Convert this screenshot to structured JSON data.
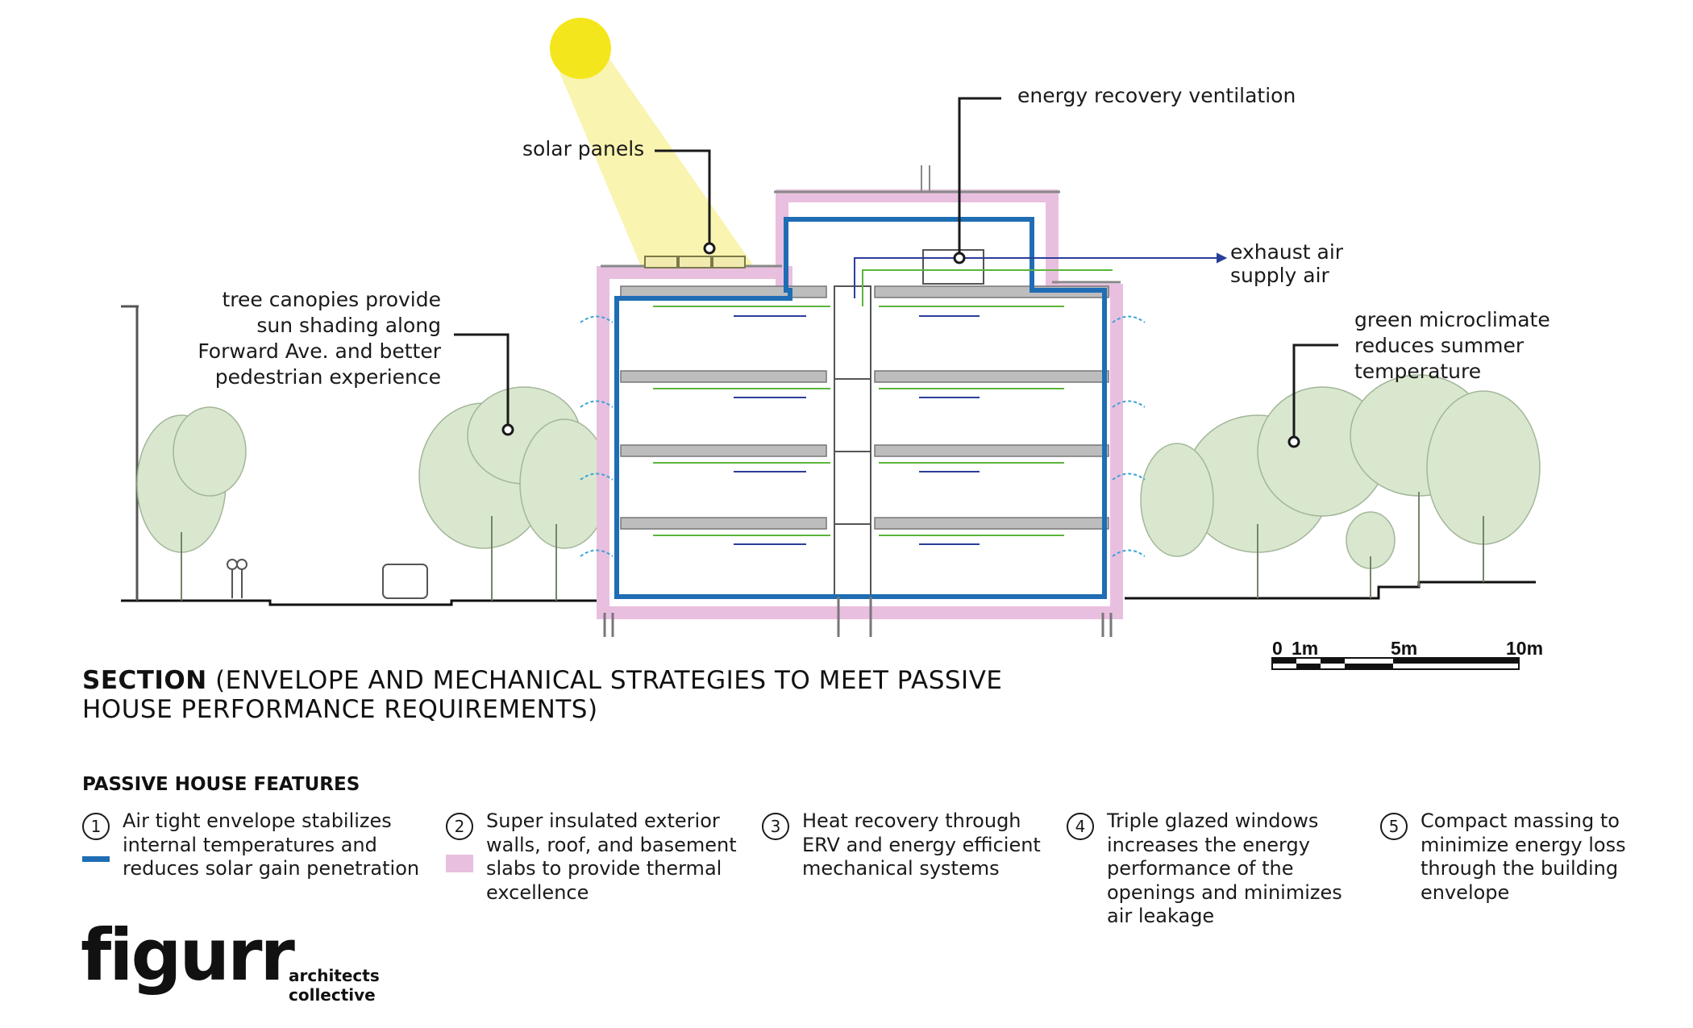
{
  "callouts": {
    "energy_recovery": "energy recovery ventilation",
    "solar_panels": "solar panels",
    "exhaust_air": "exhaust air",
    "supply_air": "supply air",
    "tree_canopies": [
      "tree canopies provide",
      "sun shading along",
      "Forward Ave. and better",
      "pedestrian experience"
    ],
    "green_microclimate": [
      "green microclimate",
      "reduces summer",
      "temperature"
    ]
  },
  "scale_bar": {
    "labels": [
      "0",
      "1m",
      "5m",
      "10m"
    ]
  },
  "section_title": {
    "bold": "SECTION",
    "line1_rest": " (ENVELOPE AND MECHANICAL STRATEGIES TO MEET PASSIVE",
    "line2": "HOUSE PERFORMANCE REQUIREMENTS)"
  },
  "features_heading": "PASSIVE HOUSE FEATURES",
  "features": [
    {
      "num": "1",
      "text": "Air tight envelope stabilizes\ninternal temperatures and\nreduces solar gain penetration",
      "swatch_color": "#1f6db4"
    },
    {
      "num": "2",
      "text": "Super insulated exterior\nwalls, roof, and basement\nslabs to provide thermal\nexcellence",
      "swatch_color": "#e9bfdf"
    },
    {
      "num": "3",
      "text": "Heat recovery through\nERV and energy efficient\nmechanical systems"
    },
    {
      "num": "4",
      "text": "Triple glazed windows\nincreases the energy\nperformance of the\nopenings and minimizes\nair leakage"
    },
    {
      "num": "5",
      "text": "Compact massing to\nminimize energy loss\nthrough the building\nenvelope"
    }
  ],
  "logo": {
    "wordmark": "figurr",
    "tagline_1": "architects",
    "tagline_2": "collective"
  },
  "colors": {
    "envelope_blue": "#1f6db4",
    "insulation_pink": "#e9bfdf",
    "supply_green": "#5cb53c",
    "exhaust_navy": "#2a3f9a",
    "sun_yellow": "#f4e61c",
    "sun_beam": "#f8f3a6",
    "tree_green": "#c9dcbc",
    "draft_cyan": "#3fa3d8"
  }
}
